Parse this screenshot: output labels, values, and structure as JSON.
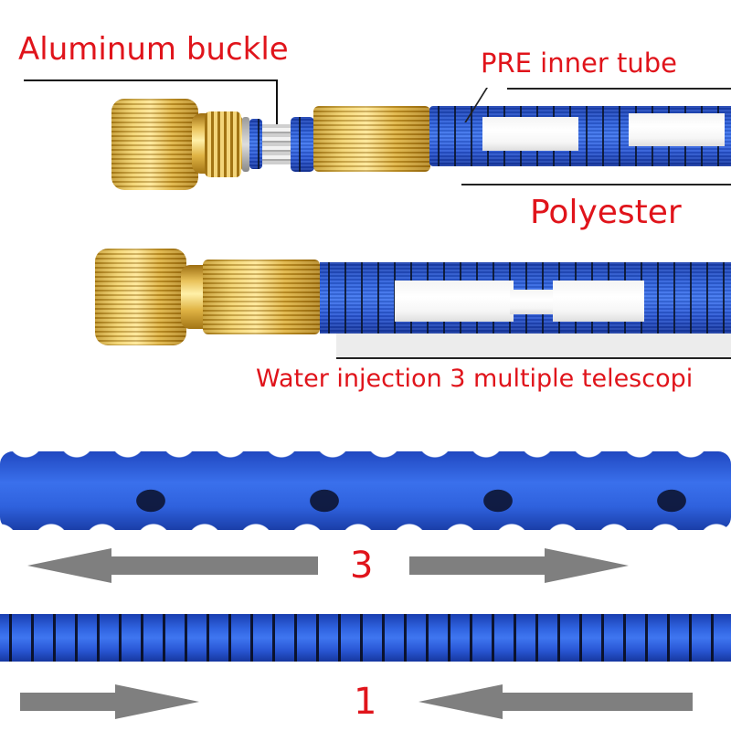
{
  "labels": {
    "aluminum_buckle": "Aluminum buckle",
    "pre_inner_tube": "PRE inner tube",
    "polyester": "Polyester",
    "water_injection": "Water injection 3 multiple telescopi",
    "expanded_multiplier": "3",
    "contracted_multiplier": "1"
  },
  "colors": {
    "label_red": "#e0141b",
    "hose_blue": "#2f63e0",
    "brass": "#e9c25a",
    "arrow_gray": "#7f7f7f"
  }
}
